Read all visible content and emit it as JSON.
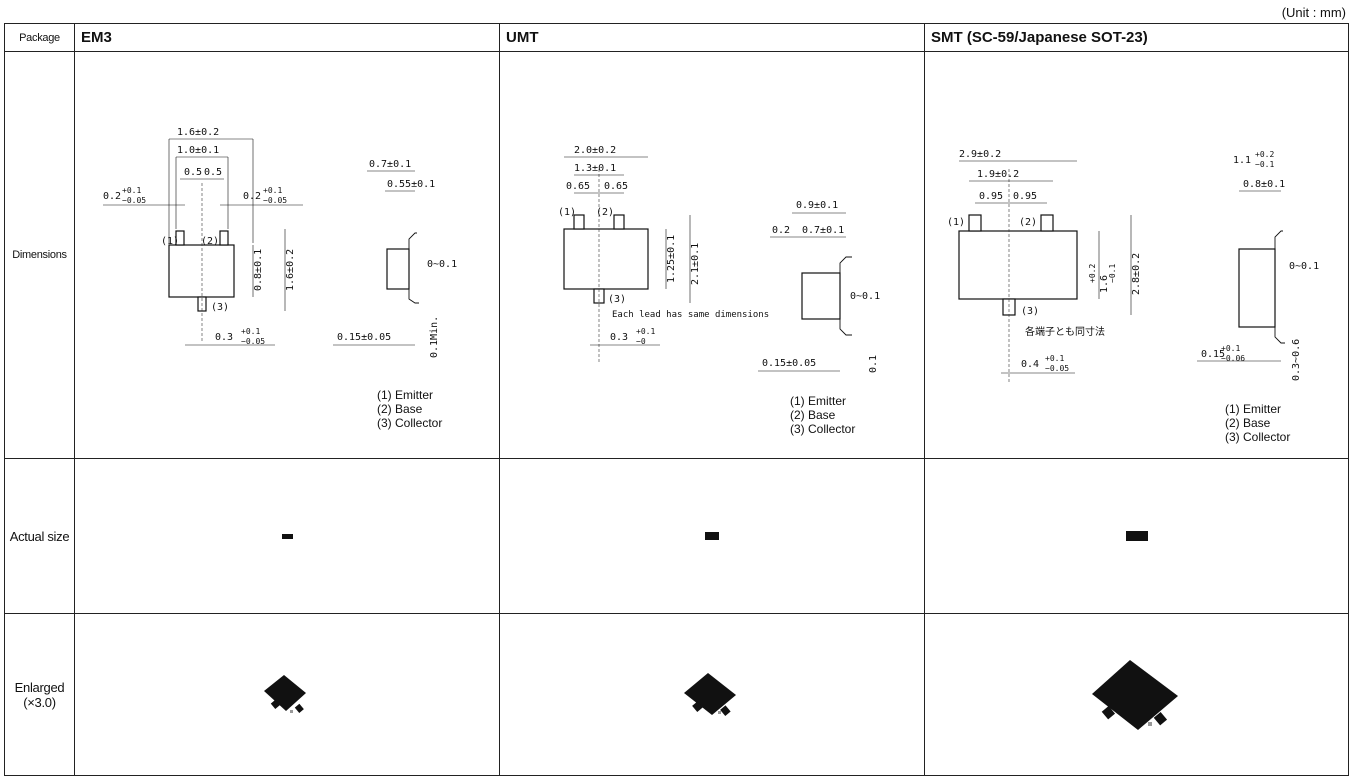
{
  "unit_label": "(Unit : mm)",
  "row_headers": {
    "package": "Package",
    "dimensions": "Dimensions",
    "actual_size": "Actual size",
    "enlarged": "Enlarged (×3.0)"
  },
  "packages": [
    {
      "name": "EM3",
      "dims": {
        "overall_width": "1.6±0.2",
        "body_width": "1.0±0.1",
        "pitch_a": "0.5",
        "pitch_b": "0.5",
        "lead_left": "0.2",
        "lead_left_tol_plus": "+0.1",
        "lead_left_tol_minus": "−0.05",
        "lead_right": "0.2",
        "lead_right_tol_plus": "+0.1",
        "lead_right_tol_minus": "−0.05",
        "body_height": "0.8±0.1",
        "overall_height": "1.6±0.2",
        "lead_width": "0.3",
        "lead_width_tol_plus": "+0.1",
        "lead_width_tol_minus": "−0.05",
        "side_total": "0.7±0.1",
        "side_body": "0.55±0.1",
        "standoff": "0~0.1",
        "lead_thickness": "0.15±0.05",
        "min_len": "0.1Min."
      },
      "pins": [
        "(1)",
        "(2)",
        "(3)"
      ],
      "legend": [
        "(1) Emitter",
        "(2) Base",
        "(3) Collector"
      ]
    },
    {
      "name": "UMT",
      "dims": {
        "overall_width": "2.0±0.2",
        "body_width": "1.3±0.1",
        "pitch_a": "0.65",
        "pitch_b": "0.65",
        "body_height": "1.25±0.1",
        "overall_height": "2.1±0.1",
        "lead_width": "0.3",
        "lead_width_tol_plus": "+0.1",
        "lead_width_tol_minus": "−0",
        "note": "Each lead has same dimensions",
        "side_total": "0.9±0.1",
        "side_left": "0.2",
        "side_body": "0.7±0.1",
        "standoff": "0~0.1",
        "lead_thickness": "0.15±0.05",
        "foot": "0.1"
      },
      "pins": [
        "(1)",
        "(2)",
        "(3)"
      ],
      "legend": [
        "(1) Emitter",
        "(2) Base",
        "(3) Collector"
      ]
    },
    {
      "name": "SMT (SC-59/Japanese SOT-23)",
      "dims": {
        "overall_width": "2.9±0.2",
        "body_width": "1.9±0.2",
        "pitch_a": "0.95",
        "pitch_b": "0.95",
        "body_height": "1.6",
        "body_height_tol_plus": "+0.2",
        "body_height_tol_minus": "−0.1",
        "overall_height": "2.8±0.2",
        "lead_width": "0.4",
        "lead_width_tol_plus": "+0.1",
        "lead_width_tol_minus": "−0.05",
        "note": "各端子とも同寸法",
        "side_total": "1.1",
        "side_total_tol_plus": "+0.2",
        "side_total_tol_minus": "−0.1",
        "side_body": "0.8±0.1",
        "standoff": "0~0.1",
        "lead_thickness": "0.15",
        "lead_thickness_tol_plus": "+0.1",
        "lead_thickness_tol_minus": "−0.06",
        "foot": "0.3~0.6"
      },
      "pins": [
        "(1)",
        "(2)",
        "(3)"
      ],
      "legend": [
        "(1) Emitter",
        "(2) Base",
        "(3) Collector"
      ]
    }
  ]
}
